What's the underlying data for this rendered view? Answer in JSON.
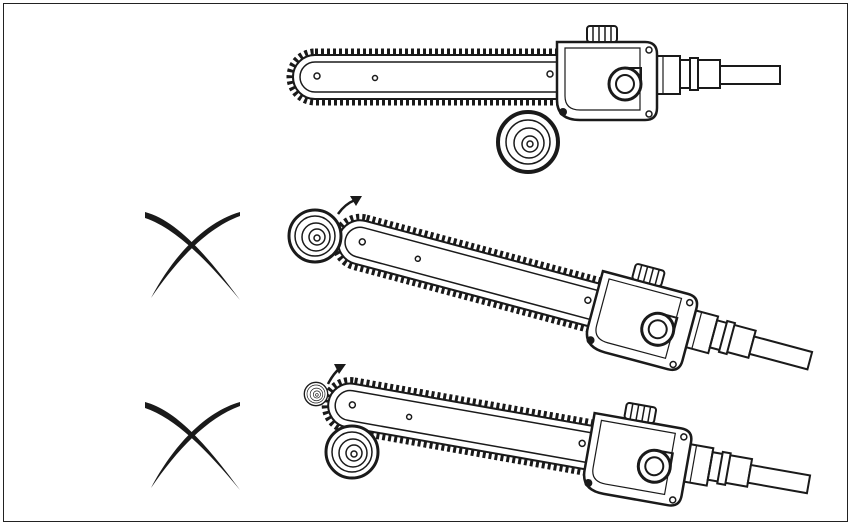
{
  "figure": {
    "panels": [
      {
        "id": "correct",
        "log_position": "below-bar-near-body",
        "status": "allowed"
      },
      {
        "id": "wrong-tip",
        "log_position": "at-bar-tip",
        "status": "prohibited",
        "mark": "x-mark",
        "arrow": "kickback-up"
      },
      {
        "id": "wrong-tip-and-under",
        "log_position": "at-tip-and-under-bar",
        "status": "prohibited",
        "mark": "x-mark",
        "arrow": "kickback-up"
      }
    ],
    "colors": {
      "ink": "#1a1a1a",
      "paper": "#ffffff"
    }
  }
}
